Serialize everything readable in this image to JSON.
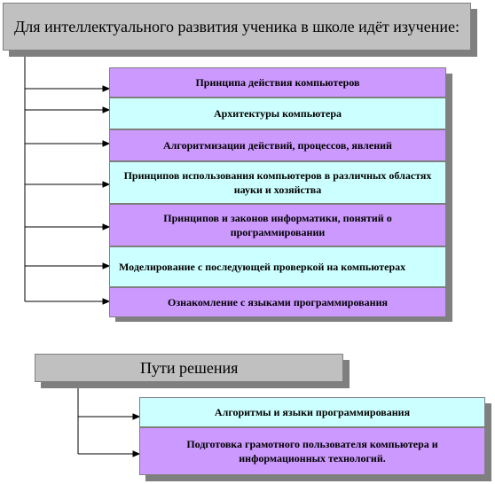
{
  "colors": {
    "header": "#c0c0c0",
    "item_purple": "#cc99ff",
    "item_cyan": "#ccffff",
    "shadow": "#7f7f7f"
  },
  "header_top": {
    "text": "Для интеллектуального развития ученика в школе идёт изучение:"
  },
  "items_top": [
    "Принципа действия компьютеров",
    "Архитектуры компьютера",
    "Алгоритмизации действий, процессов, явлений",
    "Принципов использования компьютеров в различных областях науки и хозяйства",
    "Принципов и законов информатики, понятий о программировании",
    "Моделирование с последующей проверкой на компьютерах",
    "Ознакомление с языками программирования"
  ],
  "header_bottom": {
    "text": "Пути решения"
  },
  "items_bottom": [
    "Алгоритмы и языки программирования",
    "Подготовка грамотного пользователя компьютера и информационных технологий."
  ]
}
